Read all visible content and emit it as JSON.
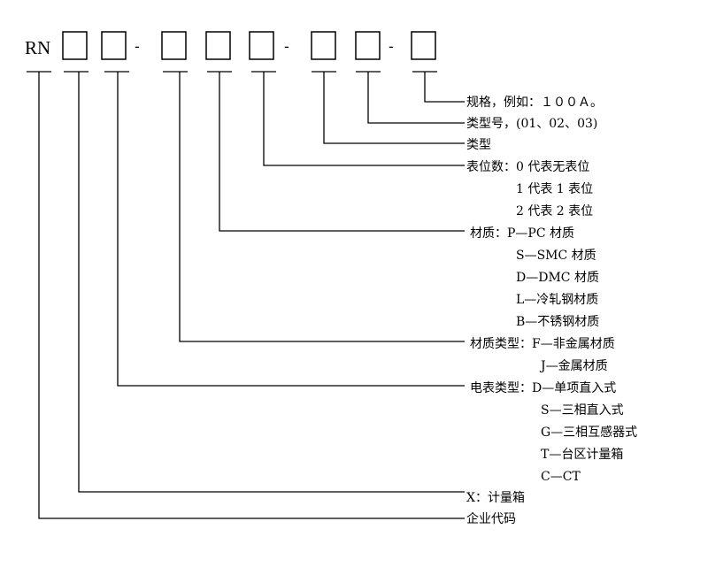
{
  "code": {
    "prefix": "RN",
    "separator": "-"
  },
  "labels": {
    "spec": "规格，例如：１００Ａ。",
    "type_no": "类型号，(01、02、03)",
    "type": "类型",
    "meter_pos_title": "表位数：0 代表无表位",
    "meter_pos_1": "1 代表 1 表位",
    "meter_pos_2": "2 代表 2 表位",
    "material_title": "材质：P—PC 材质",
    "material_s": "S—SMC 材质",
    "material_d": "D—DMC 材质",
    "material_l": "L—冷轧钢材质",
    "material_b": "B—不锈钢材质",
    "mat_type_title": "材质类型：F—非金属材质",
    "mat_type_j": "J—金属材质",
    "meter_type_title": "电表类型：D—单项直入式",
    "meter_type_s": "S—三相直入式",
    "meter_type_g": "G—三相互感器式",
    "meter_type_t": "T—台区计量箱",
    "meter_type_c": "C—CT",
    "x_label": "X：计量箱",
    "company_code": "企业代码"
  }
}
